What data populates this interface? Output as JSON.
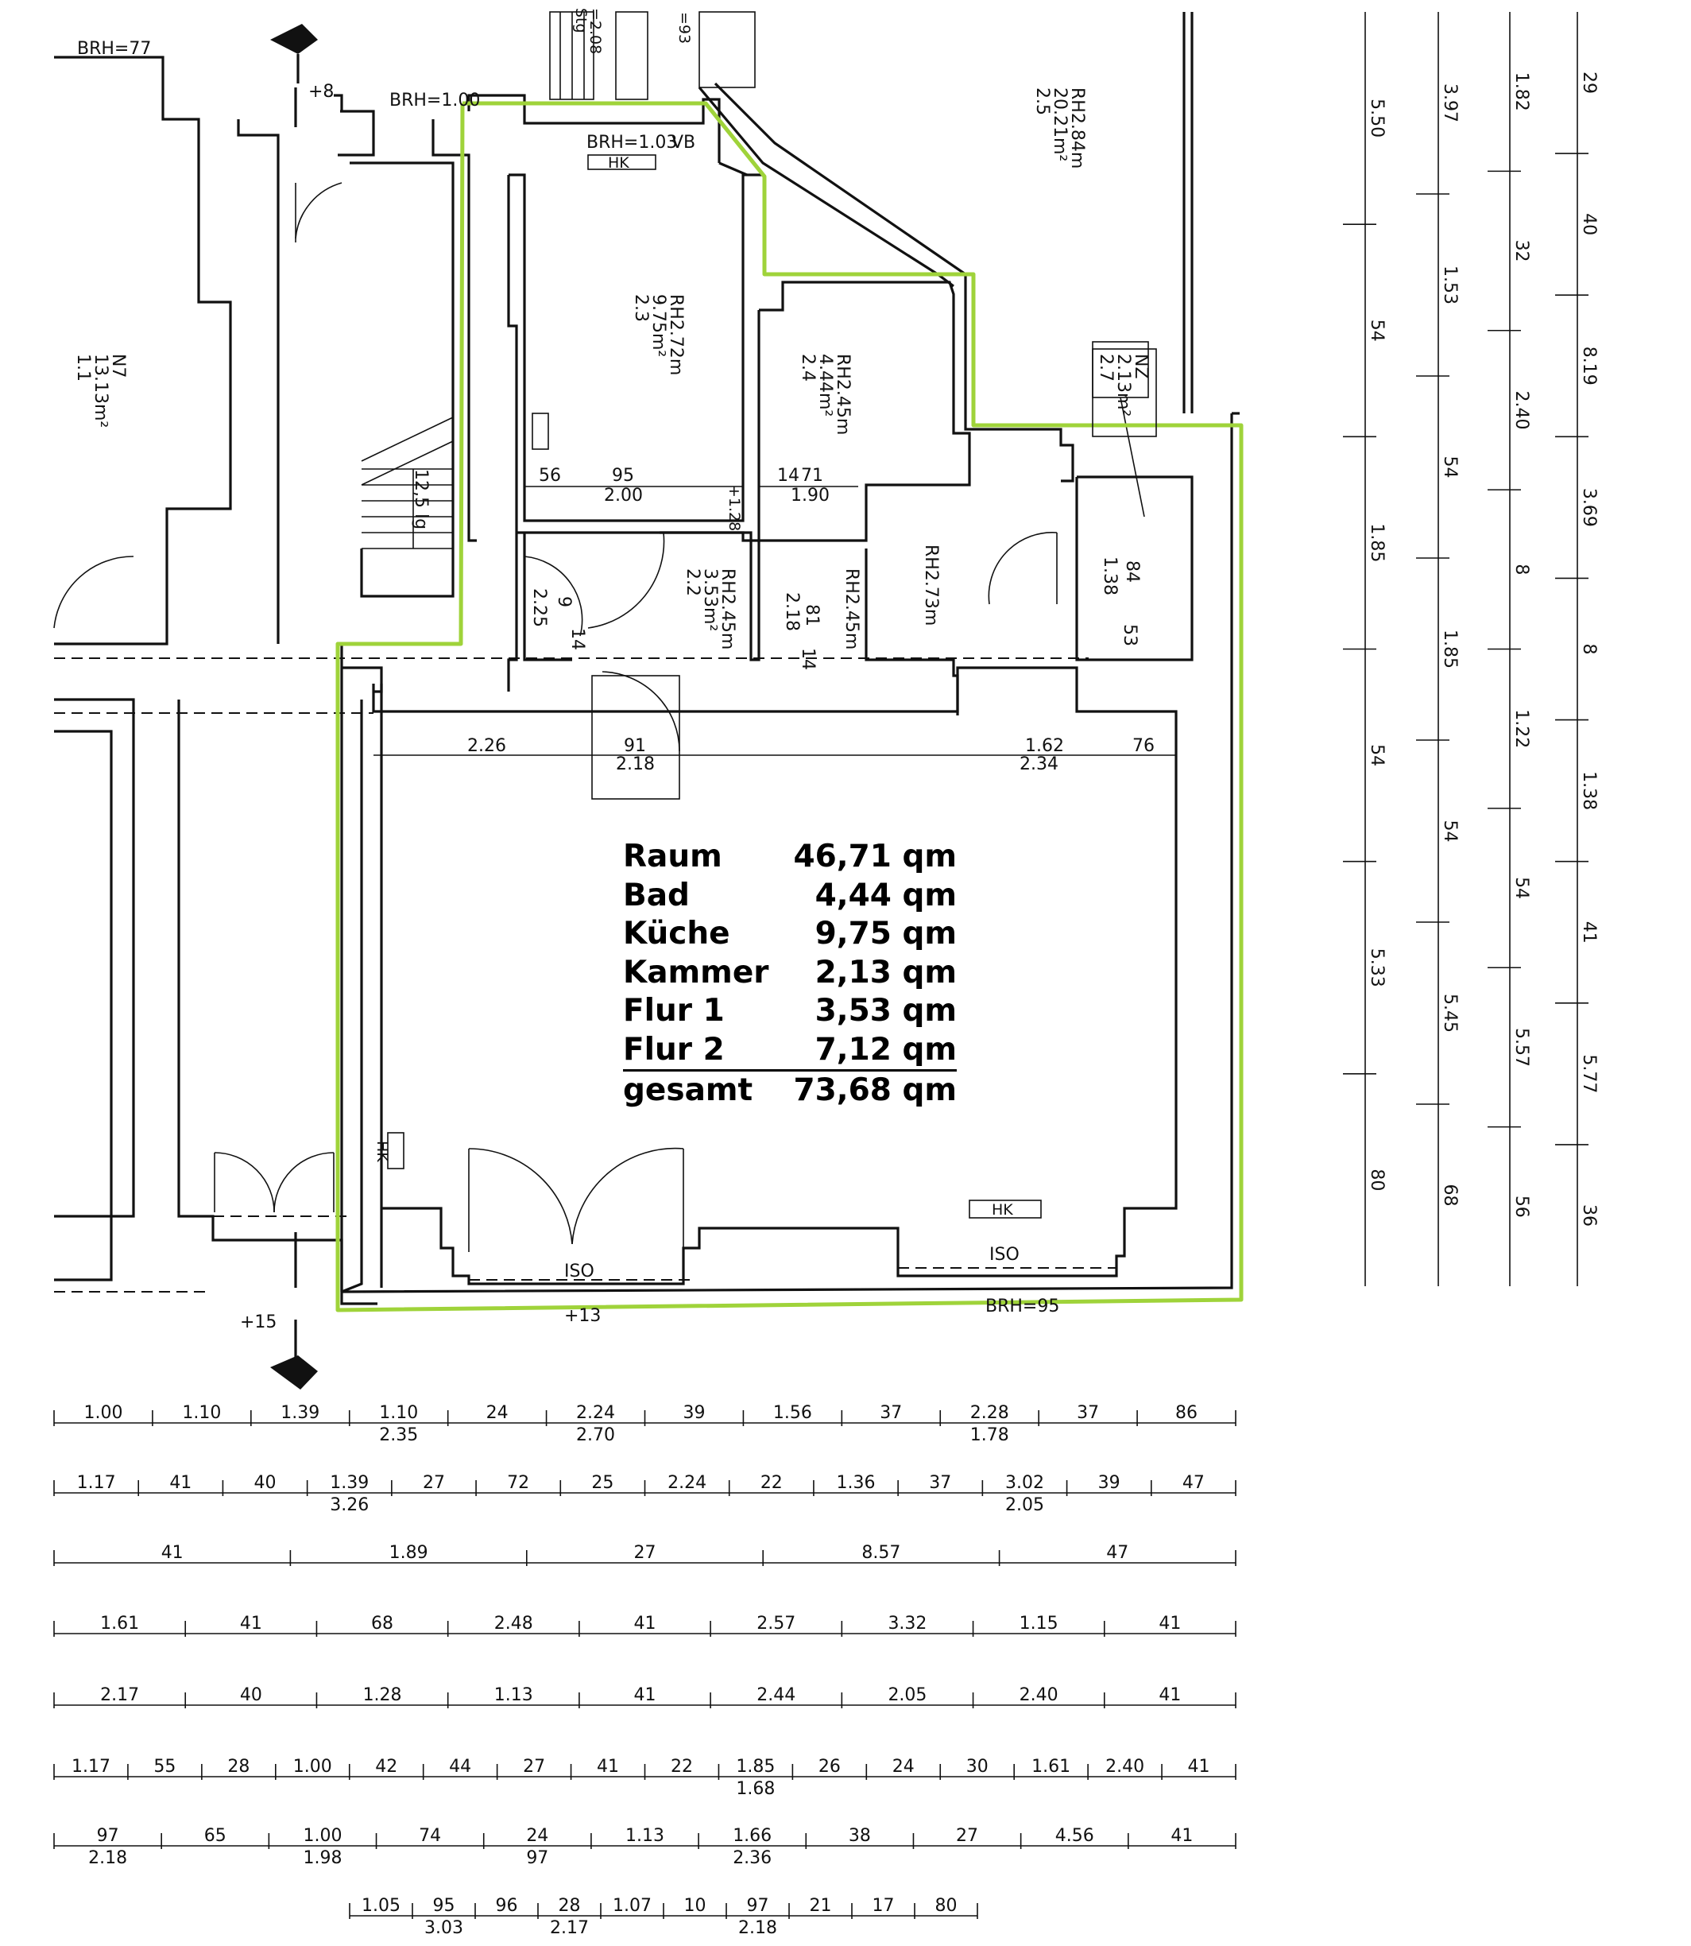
{
  "rooms": [
    {
      "id": "1.1",
      "area": "13.13m²",
      "note": "N7"
    },
    {
      "id": "2.2",
      "area": "3.53m²",
      "height": "RH2.45m"
    },
    {
      "id": "2.3",
      "area": "9.75m²",
      "height": "RH2.72m"
    },
    {
      "id": "2.4",
      "area": "4.44m²",
      "height": "RH2.45m"
    },
    {
      "id": "2.5",
      "area": "20.21m²",
      "height": "RH2.84m"
    },
    {
      "id": "2.7",
      "area": "2.13m²",
      "note": "NZ"
    }
  ],
  "labels": {
    "brh77": "BRH=77",
    "brh100": "BRH=1.00",
    "brh103": "BRH=1.03",
    "vb": "VB",
    "hk": "HK",
    "iso": "ISO",
    "plus8": "+8",
    "plus13": "+13",
    "plus15": "+15",
    "plus128": "+1.28",
    "rh245": "RH2.45m",
    "rh273": "RH2.73m",
    "stair": "12,5 lg",
    "brh95": "BRH=95",
    "top1": "Stg",
    "top2": "=2.08",
    "top3": "=93"
  },
  "interior_dims": {
    "d56": "56",
    "d95": "95",
    "d200": "2.00",
    "d14": "14",
    "d71": "71",
    "d190": "1.90",
    "d226": "2.26",
    "d91": "91",
    "d218": "2.18",
    "d162": "1.62",
    "d234": "2.34",
    "d76": "76",
    "d225": "2.25",
    "d9": "9",
    "d81": "81",
    "d84": "84",
    "d138": "1.38",
    "d53": "53"
  },
  "area_table": {
    "rows": [
      {
        "name": "Raum",
        "value": "46,71 qm"
      },
      {
        "name": "Bad",
        "value": "4,44 qm"
      },
      {
        "name": "Küche",
        "value": "9,75 qm"
      },
      {
        "name": "Kammer",
        "value": "2,13 qm"
      },
      {
        "name": "Flur 1",
        "value": "3,53 qm"
      },
      {
        "name": "Flur 2",
        "value": "7,12 qm"
      },
      {
        "name": "gesamt",
        "value": "73,68 qm"
      }
    ]
  },
  "bottom_dims": [
    [
      "1.00",
      "1.10",
      "1.39",
      "1.10",
      "24",
      "2.24",
      "39",
      "1.56",
      "37",
      "2.28",
      "37",
      "86"
    ],
    [
      "1.17",
      "41",
      "40",
      "1.39",
      "27",
      "72",
      "25",
      "2.24",
      "22",
      "1.36",
      "37",
      "3.02",
      "39",
      "47"
    ],
    [
      "41",
      "1.89",
      "27",
      "8.57",
      "47"
    ],
    [
      "1.61",
      "41",
      "68",
      "2.48",
      "41",
      "2.57",
      "3.32",
      "1.15",
      "41"
    ],
    [
      "2.17",
      "40",
      "1.28",
      "1.13",
      "41",
      "2.44",
      "2.05",
      "2.40",
      "41"
    ],
    [
      "1.17",
      "55",
      "28",
      "1.00",
      "42",
      "44",
      "27",
      "41",
      "22",
      "1.85",
      "26",
      "24",
      "30",
      "1.61",
      "2.40",
      "41"
    ],
    [
      "97",
      "65",
      "1.00",
      "74",
      "24",
      "1.13",
      "1.66",
      "38",
      "27",
      "4.56",
      "41"
    ],
    [
      "1.05",
      "95",
      "96",
      "28",
      "1.07",
      "10",
      "97",
      "21",
      "17",
      "80"
    ]
  ],
  "bottom_sub": [
    "2.35",
    "2.70",
    "1.78",
    "3.26",
    "2.05",
    "1.68",
    "2.18",
    "1.98",
    "97",
    "2.36",
    "3.03",
    "2.17",
    "2.18"
  ],
  "right_dims": [
    [
      "5.50",
      "54",
      "1.85",
      "54",
      "5.33",
      "80"
    ],
    [
      "3.97",
      "1.53",
      "54",
      "1.85",
      "54",
      "5.45",
      "68"
    ],
    [
      "1.82",
      "32",
      "2.40",
      "8",
      "1.22",
      "54",
      "5.57",
      "56"
    ],
    [
      "29",
      "40",
      "8.19",
      "3.69",
      "8",
      "1.38",
      "41",
      "5.77",
      "36"
    ]
  ]
}
